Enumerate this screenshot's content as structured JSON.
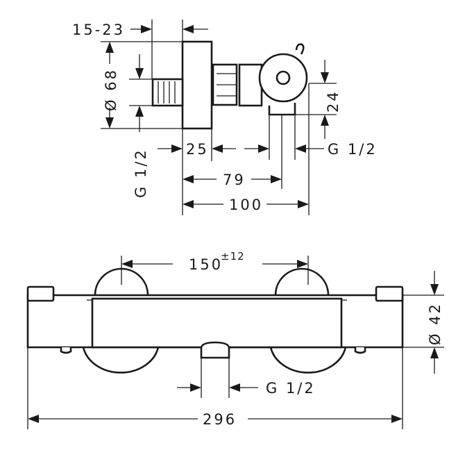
{
  "side_view": {
    "dim_projection": "15-23",
    "dim_diameter_plate": "Ø 68",
    "dim_inlet_thread": "G 1/2",
    "dim_plate_depth": "25",
    "dim_outlet_axis": "79",
    "dim_total_depth": "100",
    "dim_outlet_height": "24",
    "dim_outlet_thread": "G 1/2"
  },
  "front_view": {
    "dim_centers": "150",
    "dim_centers_tolerance": "±12",
    "dim_body_diameter": "Ø 42",
    "dim_outlet_thread": "G 1/2",
    "dim_total_length": "296"
  }
}
